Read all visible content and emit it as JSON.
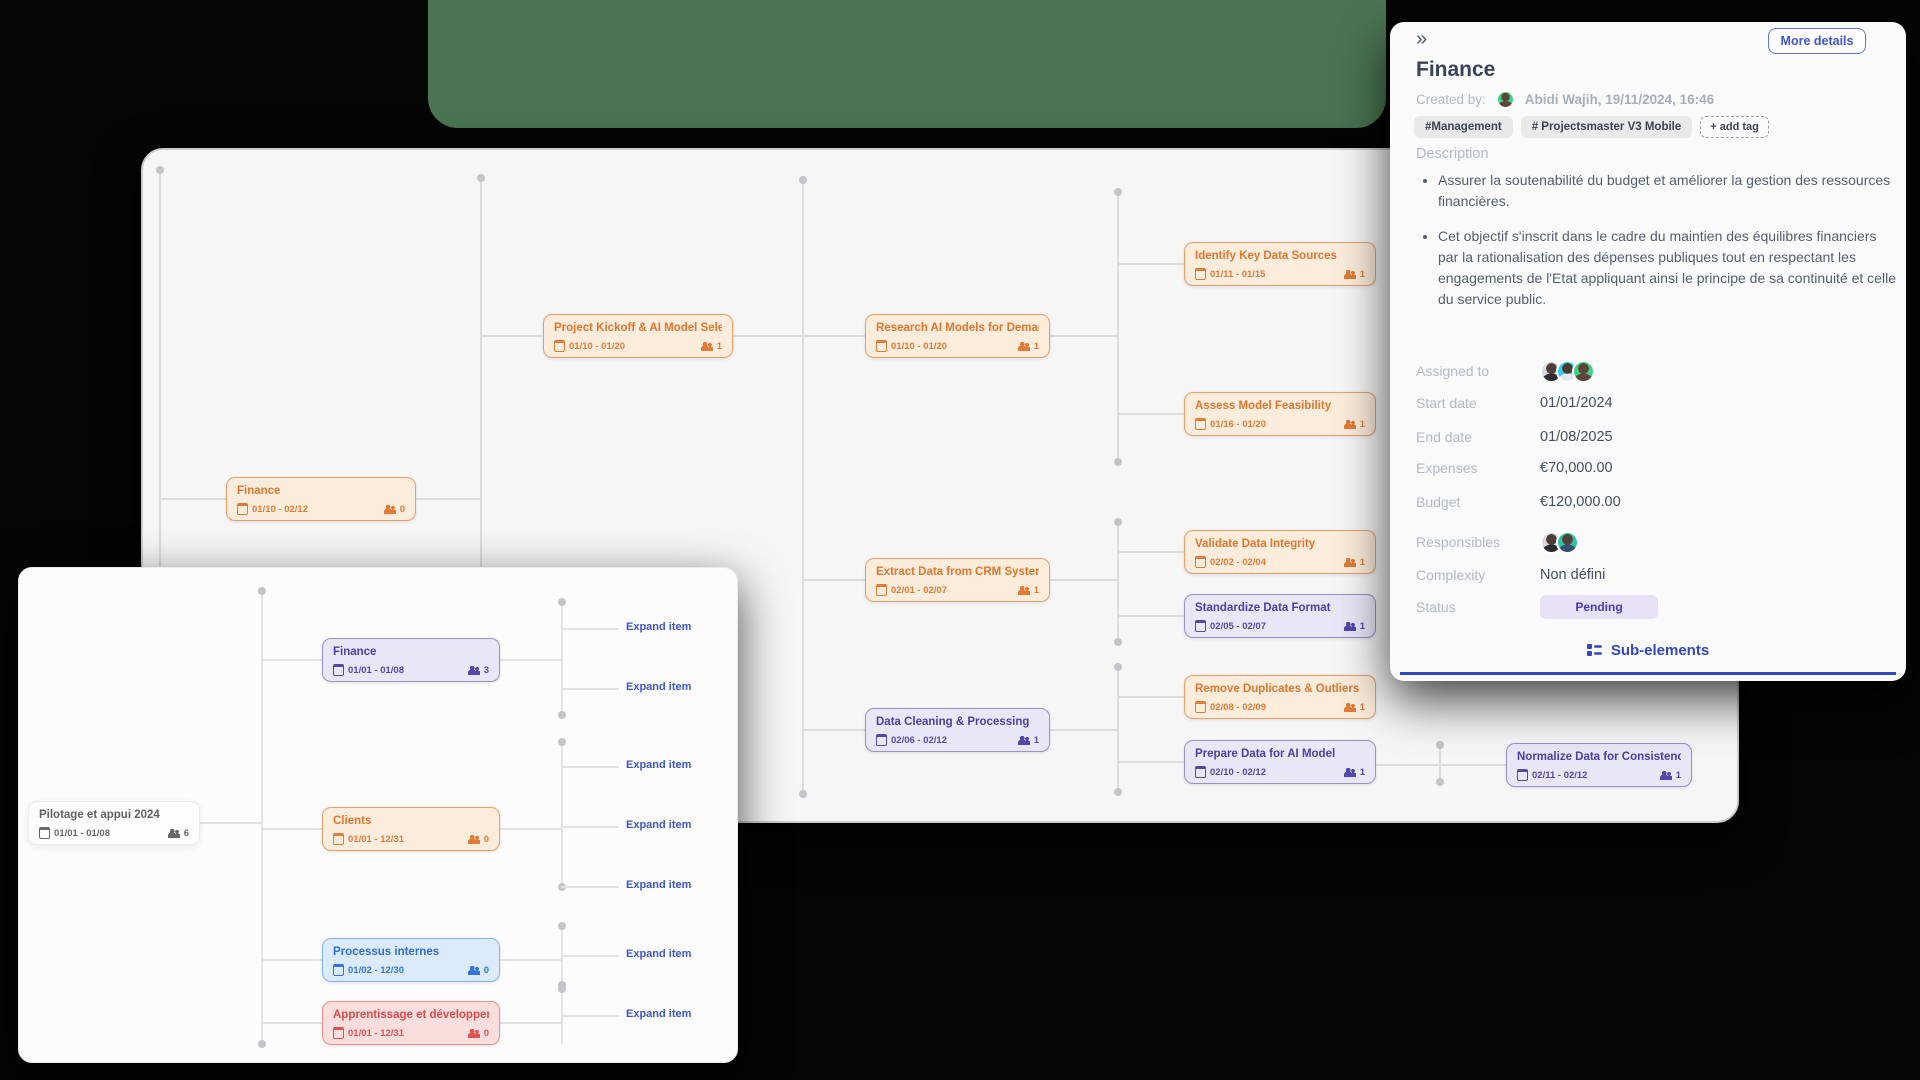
{
  "colors": {
    "backdrop_green": "#4a7452",
    "canvas_bg": "#f6f6f7",
    "accent_blue": "#3247c0",
    "node_orange_text": "#e1762f",
    "node_purple_text": "#4b3fa7",
    "node_blue_text": "#2e6ed8",
    "node_red_text": "#df4b4b",
    "status_badge_bg": "#e6e1f7",
    "status_badge_text": "#4a3ab8"
  },
  "canvas": {
    "nodes": [
      {
        "title": "Finance",
        "dates": "01/10 - 02/12",
        "count": "0"
      },
      {
        "title": "Project Kickoff & AI Model Selection",
        "dates": "01/10 - 01/20",
        "count": "1"
      },
      {
        "title": "Research AI Models for Demand For...",
        "dates": "01/10 - 01/20",
        "count": "1"
      },
      {
        "title": "Identify Key Data Sources",
        "dates": "01/11 - 01/15",
        "count": "1"
      },
      {
        "title": "Assess Model Feasibility",
        "dates": "01/16 - 01/20",
        "count": "1"
      },
      {
        "title": "Extract Data from CRM System",
        "dates": "02/01 - 02/07",
        "count": "1"
      },
      {
        "title": "Validate Data Integrity",
        "dates": "02/02 - 02/04",
        "count": "1"
      },
      {
        "title": "Standardize Data Format",
        "dates": "02/05 - 02/07",
        "count": "1"
      },
      {
        "title": "Data Cleaning & Processing",
        "dates": "02/06 - 02/12",
        "count": "1"
      },
      {
        "title": "Remove Duplicates & Outliers",
        "dates": "02/08 - 02/09",
        "count": "1"
      },
      {
        "title": "Prepare Data for AI Model",
        "dates": "02/10 - 02/12",
        "count": "1"
      },
      {
        "title": "Normalize Data for Consistency",
        "dates": "02/11 - 02/12",
        "count": "1"
      }
    ]
  },
  "bottom_panel": {
    "expand_label": "Expand item",
    "nodes": [
      {
        "title": "Pilotage et appui 2024",
        "dates": "01/01 - 01/08",
        "count": "6"
      },
      {
        "title": "Finance",
        "dates": "01/01 - 01/08",
        "count": "3"
      },
      {
        "title": "Clients",
        "dates": "01/01 - 12/31",
        "count": "0"
      },
      {
        "title": "Processus internes",
        "dates": "01/02 - 12/30",
        "count": "0"
      },
      {
        "title": "Apprentissage et développement",
        "dates": "01/01 - 12/31",
        "count": "0"
      }
    ]
  },
  "side_panel": {
    "collapse_icon": "»",
    "more_details_label": "More details",
    "title": "Finance",
    "created_by_label": "Created by:",
    "created_by_value": "Abidi Wajih, 19/11/2024, 16:46",
    "tags": [
      "#Management",
      "# Projectsmaster V3 Mobile"
    ],
    "add_tag_label": "+ add tag",
    "description_label": "Description",
    "description_bullets": [
      "Assurer la soutenabilité du budget et améliorer la gestion des ressources financières.",
      "Cet objectif s'inscrit dans le cadre du maintien des équilibres financiers par la rationalisation des dépenses publiques tout en respectant les engagements de l'Etat appliquant ainsi le principe de sa continuité et celle du service public."
    ],
    "fields": {
      "assigned_label": "Assigned to",
      "start_label": "Start date",
      "start_value": "01/01/2024",
      "end_label": "End date",
      "end_value": "01/08/2025",
      "expenses_label": "Expenses",
      "expenses_value": "€70,000.00",
      "budget_label": "Budget",
      "budget_value": "€120,000.00",
      "responsibles_label": "Responsibles",
      "complexity_label": "Complexity",
      "complexity_value": "Non défini",
      "status_label": "Status",
      "status_value": "Pending"
    },
    "sub_elements_label": "Sub-elements"
  }
}
